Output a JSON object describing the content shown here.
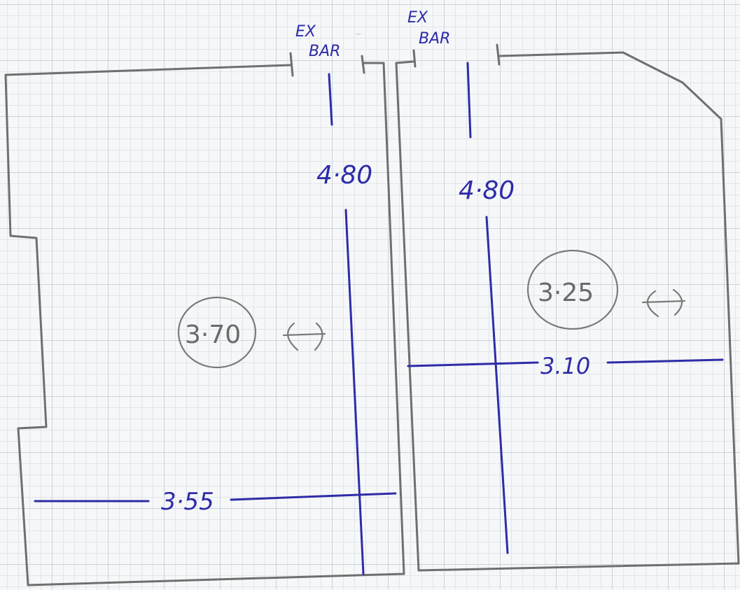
{
  "left_room": {
    "door_label_line1": "EX",
    "door_label_line2": "BAR",
    "length": "4·80",
    "width": "3·55",
    "circled_value": "3·70"
  },
  "right_room": {
    "door_label_line1": "EX",
    "door_label_line2": "BAR",
    "length": "4·80",
    "width": "3.10",
    "circled_value": "3·25"
  },
  "colors": {
    "ink": "#2e2ca8",
    "pencil": "#6f6f6f",
    "paper": "#f6f7f8",
    "grid": "#c9d3dc"
  }
}
